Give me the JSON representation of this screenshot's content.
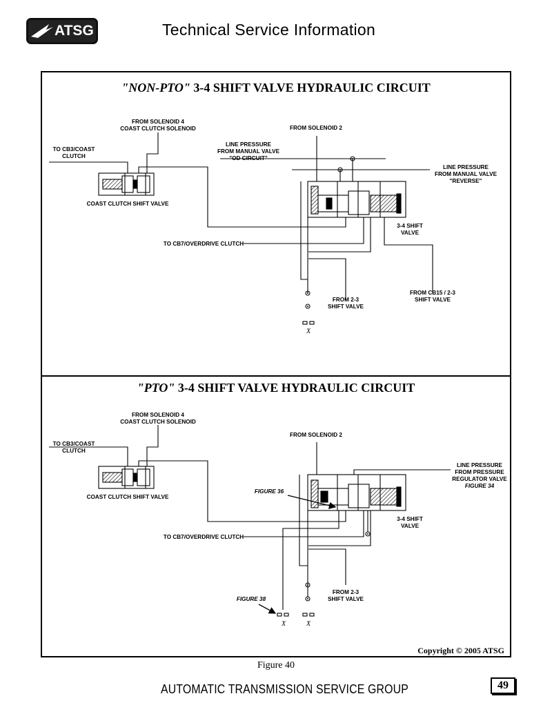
{
  "header": {
    "logo_text": "ATSG",
    "title": "Technical Service Information"
  },
  "top_panel": {
    "title_italic": "\"NON-PTO\"",
    "title_rest": " 3-4 SHIFT VALVE HYDRAULIC CIRCUIT",
    "labels": {
      "from_solenoid_4_l1": "FROM SOLENOID 4",
      "from_solenoid_4_l2": "COAST CLUTCH SOLENOID",
      "to_cb3_l1": "TO CB3/COAST",
      "to_cb3_l2": "CLUTCH",
      "coast_clutch_shift_valve": "COAST CLUTCH SHIFT VALVE",
      "from_solenoid_2": "FROM SOLENOID 2",
      "line_manual_l1": "LINE PRESSURE",
      "line_manual_l2": "FROM MANUAL VALVE",
      "line_manual_l3": "\"OD CIRCUIT\"",
      "line_reverse_l1": "LINE PRESSURE",
      "line_reverse_l2": "FROM MANUAL VALVE",
      "line_reverse_l3": "\"REVERSE\"",
      "shift_valve_l1": "3-4 SHIFT",
      "shift_valve_l2": "VALVE",
      "to_cb7": "TO CB7/OVERDRIVE CLUTCH",
      "from_cb15_l1": "FROM CB15 / 2-3",
      "from_cb15_l2": "SHIFT VALVE",
      "from_23_l1": "FROM 2-3",
      "from_23_l2": "SHIFT VALVE",
      "x_mark": "X"
    }
  },
  "bottom_panel": {
    "title_italic": "\"PTO\"",
    "title_rest": " 3-4 SHIFT VALVE HYDRAULIC CIRCUIT",
    "labels": {
      "from_solenoid_4_l1": "FROM SOLENOID 4",
      "from_solenoid_4_l2": "COAST CLUTCH SOLENOID",
      "to_cb3_l1": "TO CB3/COAST",
      "to_cb3_l2": "CLUTCH",
      "coast_clutch_shift_valve": "COAST CLUTCH SHIFT VALVE",
      "from_solenoid_2": "FROM SOLENOID 2",
      "line_reg_l1": "LINE PRESSURE",
      "line_reg_l2": "FROM PRESSURE",
      "line_reg_l3": "REGULATOR VALVE",
      "figure_34": "FIGURE 34",
      "figure_36": "FIGURE 36",
      "shift_valve_l1": "3-4 SHIFT",
      "shift_valve_l2": "VALVE",
      "to_cb7": "TO CB7/OVERDRIVE CLUTCH",
      "from_23_l1": "FROM 2-3",
      "from_23_l2": "SHIFT VALVE",
      "figure_38": "FIGURE 38",
      "x_mark": "X"
    }
  },
  "copyright": "Copyright © 2005 ATSG",
  "figure_caption": "Figure 40",
  "footer": "AUTOMATIC TRANSMISSION SERVICE GROUP",
  "page_number": "49"
}
